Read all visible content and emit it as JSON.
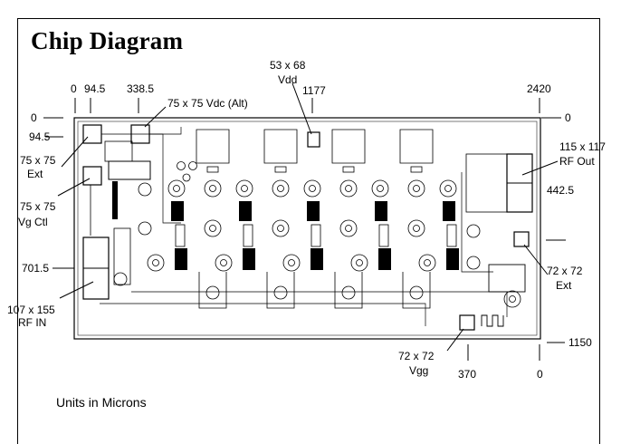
{
  "title": "Chip Diagram",
  "footnote": "Units in Microns",
  "dims_top": [
    "0",
    "94.5",
    "338.5",
    "1177",
    "2420"
  ],
  "dims_left": [
    "0",
    "94.5",
    "701.5"
  ],
  "dims_right": [
    "0",
    "442.5",
    "1150"
  ],
  "dims_bottom": [
    "370",
    "0"
  ],
  "pads": {
    "vdc_alt": "75 x 75  Vdc (Alt)",
    "vdd_size": "53 x 68",
    "vdd_name": "Vdd",
    "ext_tl_size": "75 x 75",
    "ext_tl_name": "Ext",
    "vgctl_size": "75 x 75",
    "vgctl_name": "Vg Ctl",
    "rfin_size": "107 x 155",
    "rfin_name": "RF IN",
    "rfout_size": "115 x 117",
    "rfout_name": "RF Out",
    "ext_r_size": "72 x 72",
    "ext_r_name": "Ext",
    "vgg_size": "72 x 72",
    "vgg_name": "Vgg"
  }
}
